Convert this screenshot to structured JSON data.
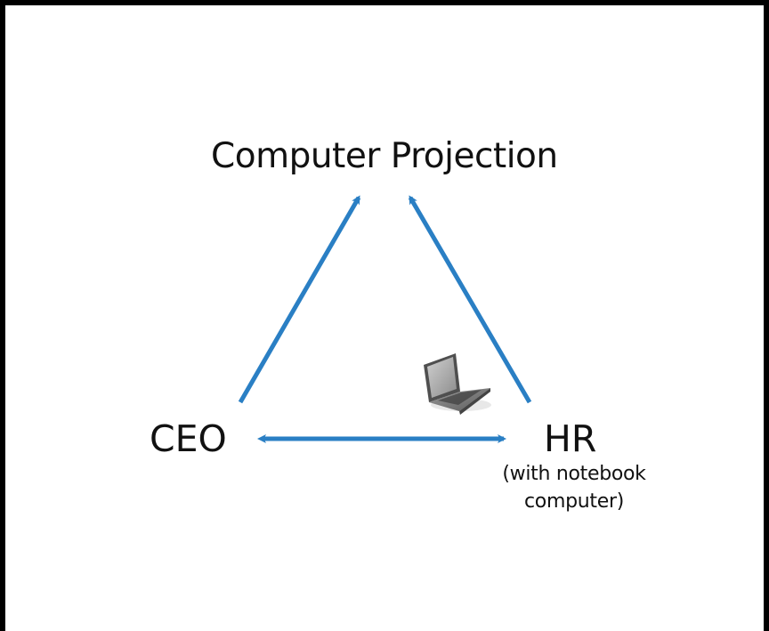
{
  "diagram": {
    "title": "Computer Projection",
    "nodes": {
      "ceo": "CEO",
      "hr": "HR",
      "hr_note_line1": "(with notebook",
      "hr_note_line2": "computer)"
    },
    "edges": [
      {
        "from": "CEO",
        "to": "Computer Projection"
      },
      {
        "from": "HR",
        "to": "Computer Projection"
      },
      {
        "from": "CEO",
        "to": "HR",
        "bidirectional": true
      }
    ],
    "icons": [
      "laptop-icon"
    ],
    "colors": {
      "arrow": "#2a7fc4",
      "text": "#111111",
      "frame": "#000000"
    }
  }
}
